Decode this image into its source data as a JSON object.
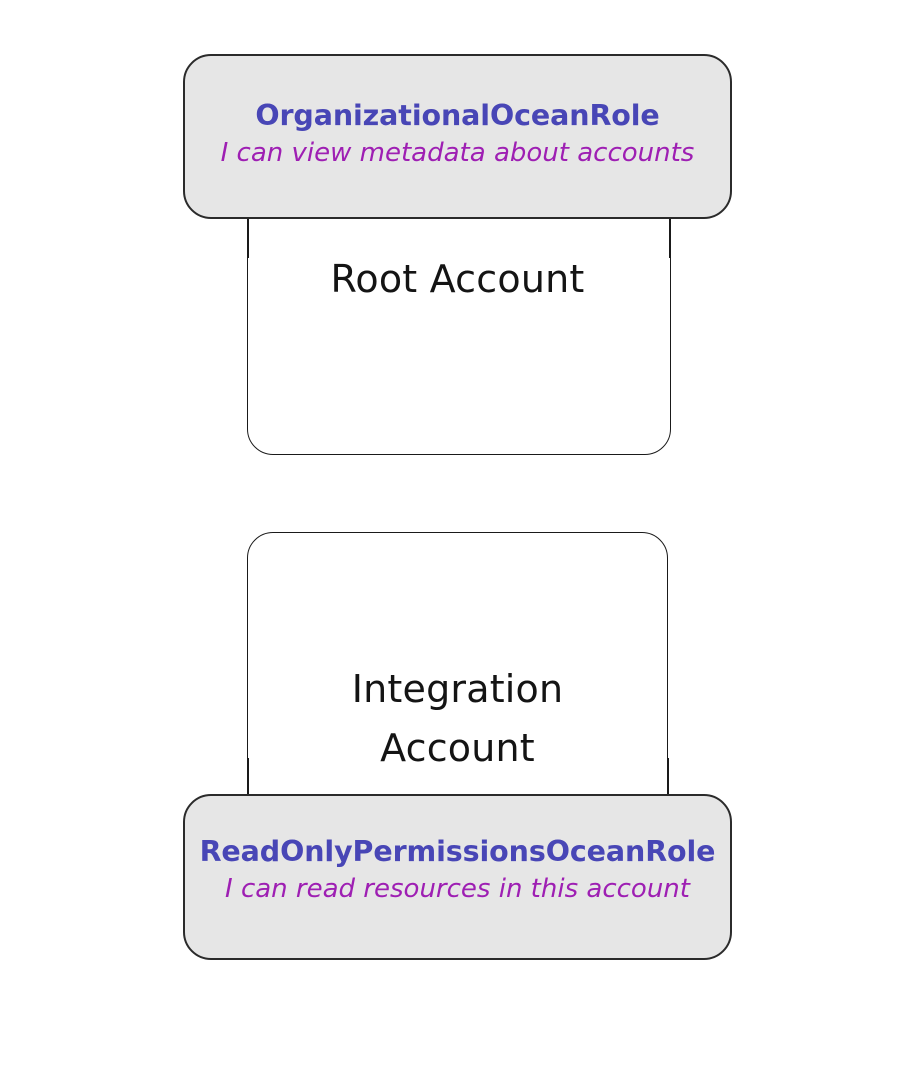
{
  "diagram": {
    "type": "aws-organization-role-diagram",
    "background_color": "#ffffff",
    "accounts": [
      {
        "id": "root-account",
        "label": "Root Account",
        "fill_color": "#ffffff",
        "border_color": "#1a1a1a",
        "role": {
          "id": "organizational-ocean-role",
          "name": "OrganizationalOceanRole",
          "description": "I can view metadata about accounts",
          "fill_color": "#e6e6e6",
          "name_color": "#4846b6",
          "description_color": "#9e1fb3",
          "position": "top"
        }
      },
      {
        "id": "integration-account",
        "label": "Integration\nAccount",
        "fill_color": "#ffffff",
        "border_color": "#1a1a1a",
        "role": {
          "id": "readonly-permissions-ocean-role",
          "name": "ReadOnlyPermissionsOceanRole",
          "description": "I can read resources in this account",
          "fill_color": "#e6e6e6",
          "name_color": "#4846b6",
          "description_color": "#9e1fb3",
          "position": "bottom"
        }
      }
    ]
  }
}
